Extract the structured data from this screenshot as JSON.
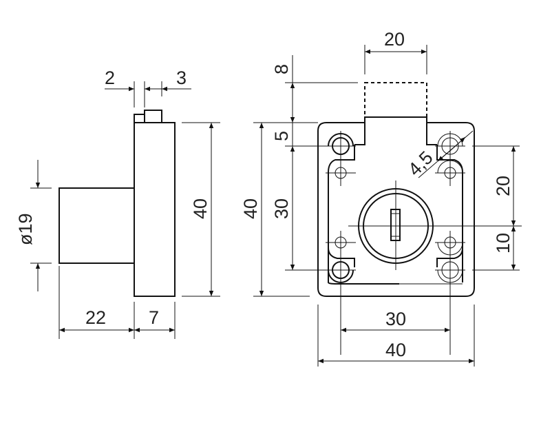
{
  "drawing": {
    "subject": "cam lock technical drawing",
    "units": "mm",
    "ink_color": "#111111",
    "background": "#ffffff"
  },
  "side_view": {
    "dims": {
      "latch_left": "2",
      "latch_right": "3",
      "cylinder_diameter": "ø19",
      "body_height": "40",
      "cylinder_length": "22",
      "body_thickness": "7"
    }
  },
  "front_view": {
    "dims": {
      "bolt_width": "20",
      "bolt_throw": "8",
      "top_offset": "5",
      "overall_height": "40",
      "hole_spacing_vertical": "30",
      "hole_diameter": "4,5",
      "upper_to_center": "20",
      "center_to_lower": "10",
      "hole_spacing_horizontal": "30",
      "overall_width": "40"
    }
  }
}
